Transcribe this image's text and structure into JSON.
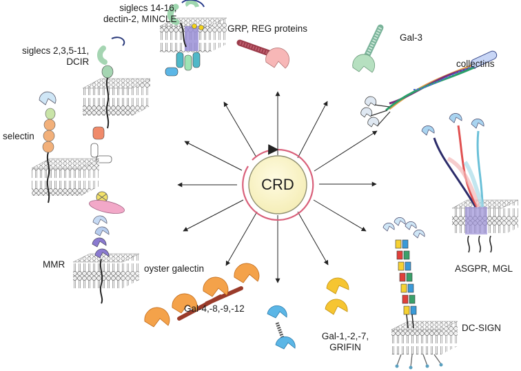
{
  "center": {
    "label": "CRD"
  },
  "labels": {
    "siglecs_14_16": "siglecs 14-16,\ndectin-2, MINCLE",
    "grp_reg": "GRP, REG proteins",
    "gal3": "Gal-3",
    "collectins": "collectins",
    "siglecs_2_11": "siglecs 2,3,5-11,\nDCIR",
    "selectin": "selectin",
    "mmr": "MMR",
    "oyster": "oyster galectin",
    "gal4": "Gal-4,-8,-9,-12",
    "gal1": "Gal-1,-2,-7,\nGRIFIN",
    "asgpr": "ASGPR, MGL",
    "dcsign": "DC-SIGN"
  },
  "colors": {
    "arrow": "#222222",
    "crd_fill": "#fbf6d2",
    "crd_ring": "#d9607a",
    "membrane_head": "#e8e8e8",
    "crd_green": "#a8d8b0",
    "crd_blue": "#a9d4f0",
    "crd_orange": "#f4a24a",
    "crd_yellow": "#f6c531",
    "crd_pink": "#f6b4b4",
    "mmr_purple": "#8a7ad0",
    "neck_brown": "#9a3b2a"
  }
}
